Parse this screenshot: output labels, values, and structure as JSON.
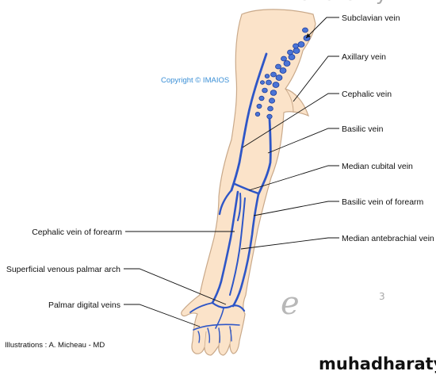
{
  "labels": {
    "subclavian": "Subclavian vein",
    "axillary": "Axillary vein",
    "cephalic": "Cephalic vein",
    "basilic": "Basilic vein",
    "median_cubital": "Median cubital vein",
    "basilic_forearm": "Basilic vein of forearm",
    "median_antebrachial": "Median antebrachial vein",
    "cephalic_forearm": "Cephalic vein of forearm",
    "palmar_arch": "Superficial venous palmar arch",
    "palmar_digital": "Palmar digital veins"
  },
  "copyright": "Copyright © IMAIOS",
  "credit": "Illustrations : A. Micheau - MD",
  "logo": {
    "e": "e",
    "word": "anatomy",
    "sup": "3"
  },
  "site": "muhadharaty.com",
  "colors": {
    "skin": "#fbe3c9",
    "skin_outline": "#c9a98a",
    "vein": "#2e56c7",
    "bead": "#4a74d6"
  }
}
